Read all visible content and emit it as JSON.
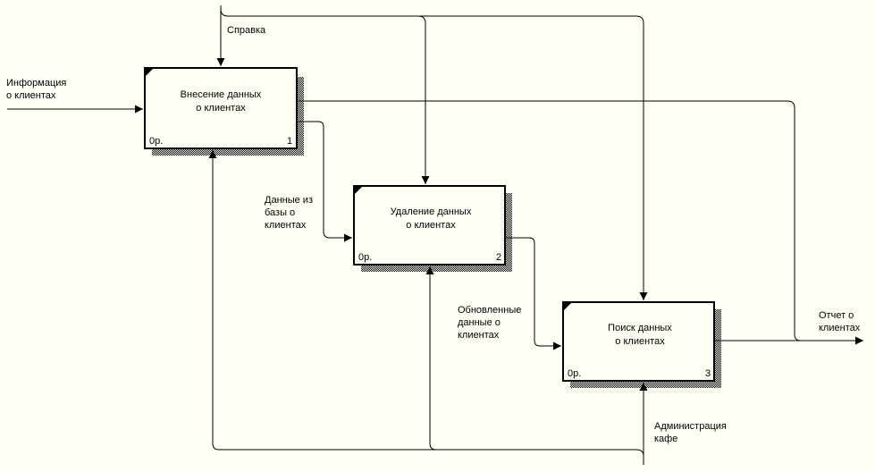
{
  "boxes": [
    {
      "title": "Внесение данных\nо клиентах",
      "cost": "0р.",
      "number": "1"
    },
    {
      "title": "Удаление данных\nо клиентах",
      "cost": "0р.",
      "number": "2"
    },
    {
      "title": "Поиск данных\nо клиентах",
      "cost": "0р.",
      "number": "3"
    }
  ],
  "arrows": {
    "input_info": "Информация\nо клиентах",
    "control_help": "Справка",
    "data_from_db": "Данные из\nбазы о\nклиентах",
    "updated_data": "Обновленные\nданные о\nклиентах",
    "output_report": "Отчет о\nклиентах",
    "mechanism_admin": "Администрация\nкафе"
  }
}
